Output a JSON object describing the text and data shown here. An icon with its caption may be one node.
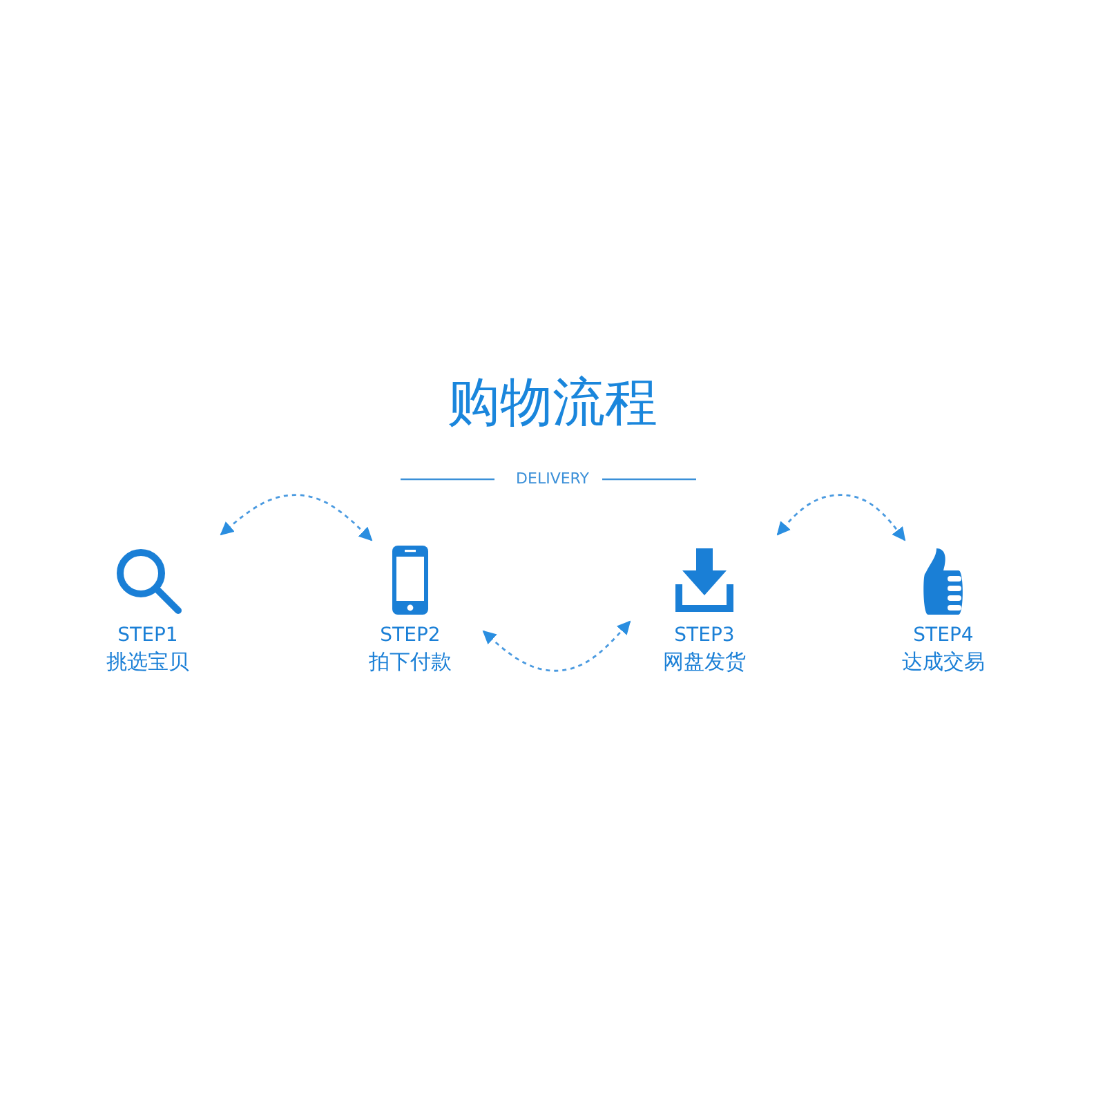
{
  "diagram": {
    "title": "购物流程",
    "nodes": [
      {
        "text": [
          "STEP1",
          "挑选宝贝"
        ]
      },
      {
        "text": [
          "STEP2",
          "拍下付款"
        ]
      },
      {
        "text": [
          "STEP3",
          "网盘发货"
        ]
      },
      {
        "text": [
          "STEP4",
          "达成交易"
        ]
      }
    ],
    "edges": [
      {
        "from": 0,
        "to": 1,
        "arrow": "both",
        "style": "dashed"
      },
      {
        "from": 1,
        "to": 2,
        "arrow": "both",
        "style": "dashed"
      },
      {
        "from": 2,
        "to": 3,
        "arrow": "both",
        "style": "dashed"
      }
    ],
    "labels": [
      "DELIVERY"
    ]
  }
}
